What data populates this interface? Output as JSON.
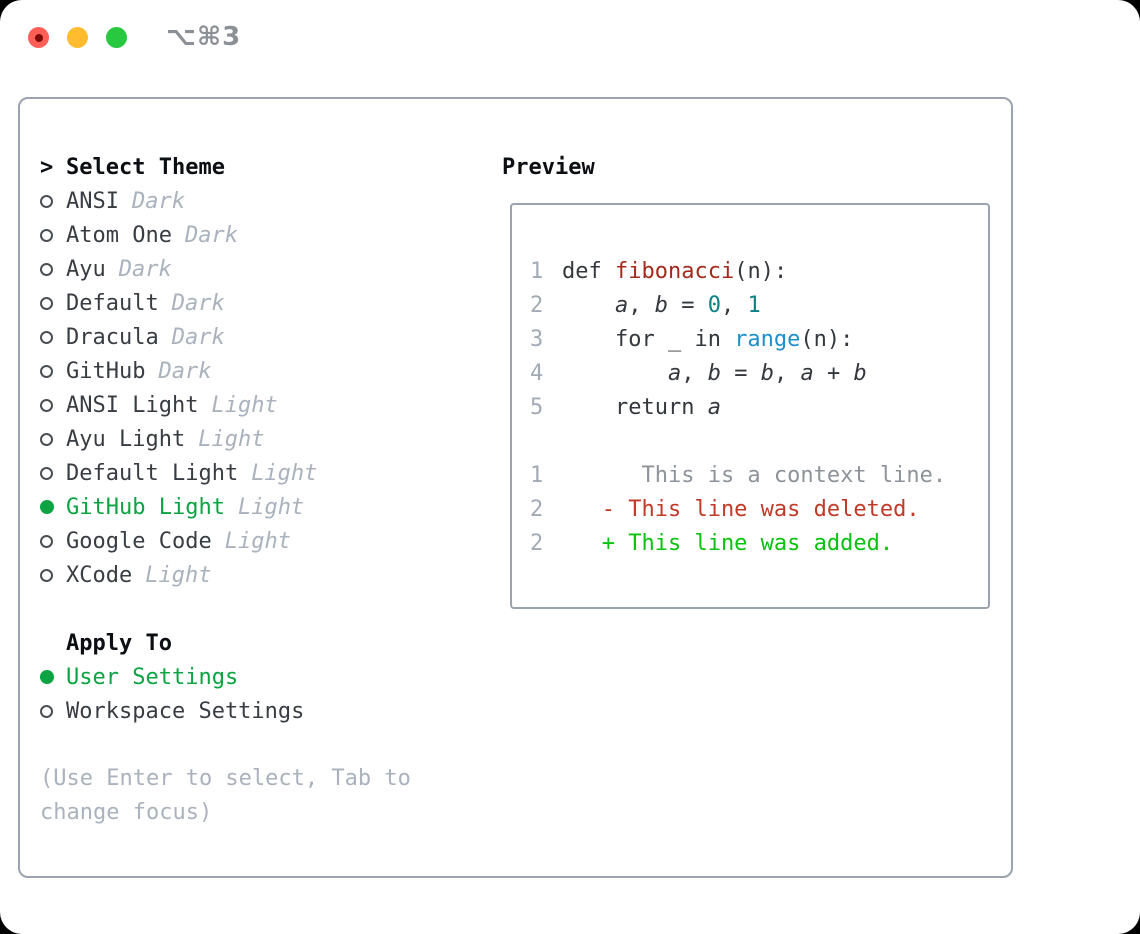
{
  "window": {
    "title": "⌥⌘3"
  },
  "traffic_lights": {
    "red": "#ff5f57",
    "yellow": "#febc2e",
    "green": "#28c840"
  },
  "theme_list": {
    "prompt": ">",
    "header": "Select Theme",
    "items": [
      {
        "name": "ANSI",
        "tag": "Dark",
        "selected": false
      },
      {
        "name": "Atom One",
        "tag": "Dark",
        "selected": false
      },
      {
        "name": "Ayu",
        "tag": "Dark",
        "selected": false
      },
      {
        "name": "Default",
        "tag": "Dark",
        "selected": false
      },
      {
        "name": "Dracula",
        "tag": "Dark",
        "selected": false
      },
      {
        "name": "GitHub",
        "tag": "Dark",
        "selected": false
      },
      {
        "name": "ANSI Light",
        "tag": "Light",
        "selected": false
      },
      {
        "name": "Ayu Light",
        "tag": "Light",
        "selected": false
      },
      {
        "name": "Default Light",
        "tag": "Light",
        "selected": false
      },
      {
        "name": "GitHub Light",
        "tag": "Light",
        "selected": true
      },
      {
        "name": "Google Code",
        "tag": "Light",
        "selected": false
      },
      {
        "name": "XCode",
        "tag": "Light",
        "selected": false
      }
    ]
  },
  "apply_to": {
    "header": "Apply To",
    "items": [
      {
        "name": "User Settings",
        "selected": true
      },
      {
        "name": "Workspace Settings",
        "selected": false
      }
    ]
  },
  "hint": {
    "line1": "(Use Enter to select, Tab to",
    "line2": "change focus)"
  },
  "preview": {
    "header": "Preview",
    "code_lines": [
      {
        "num": "1",
        "segments": [
          {
            "t": "def ",
            "k": "plain"
          },
          {
            "t": "fibonacci",
            "k": "func"
          },
          {
            "t": "(n):",
            "k": "plain"
          }
        ]
      },
      {
        "num": "2",
        "segments": [
          {
            "t": "    ",
            "k": "plain"
          },
          {
            "t": "a",
            "k": "var"
          },
          {
            "t": ", ",
            "k": "plain"
          },
          {
            "t": "b",
            "k": "var"
          },
          {
            "t": " = ",
            "k": "plain"
          },
          {
            "t": "0",
            "k": "number"
          },
          {
            "t": ", ",
            "k": "plain"
          },
          {
            "t": "1",
            "k": "number"
          }
        ]
      },
      {
        "num": "3",
        "segments": [
          {
            "t": "    for _ in ",
            "k": "plain"
          },
          {
            "t": "range",
            "k": "builtin"
          },
          {
            "t": "(n):",
            "k": "plain"
          }
        ]
      },
      {
        "num": "4",
        "segments": [
          {
            "t": "        ",
            "k": "plain"
          },
          {
            "t": "a",
            "k": "var"
          },
          {
            "t": ", ",
            "k": "plain"
          },
          {
            "t": "b",
            "k": "var"
          },
          {
            "t": " = ",
            "k": "plain"
          },
          {
            "t": "b",
            "k": "var"
          },
          {
            "t": ", ",
            "k": "plain"
          },
          {
            "t": "a",
            "k": "var"
          },
          {
            "t": " + ",
            "k": "plain"
          },
          {
            "t": "b",
            "k": "var"
          }
        ]
      },
      {
        "num": "5",
        "segments": [
          {
            "t": "    return ",
            "k": "plain"
          },
          {
            "t": "a",
            "k": "var"
          }
        ]
      }
    ],
    "diff_lines": [
      {
        "num": "1",
        "kind": "context",
        "text": "      This is a context line."
      },
      {
        "num": "2",
        "kind": "deleted",
        "text": "   - This line was deleted."
      },
      {
        "num": "2",
        "kind": "added",
        "text": "   + This line was added."
      }
    ]
  },
  "colors": {
    "selected_green": "#0ca443",
    "added_green": "#0ac20f",
    "deleted_red": "#c03a28",
    "function_red": "#a52a1d",
    "builtin_blue": "#1d8fc9",
    "number_teal": "#0d7f87",
    "tag_gray": "#a9b2bd",
    "border_gray": "#9aa3ae"
  }
}
